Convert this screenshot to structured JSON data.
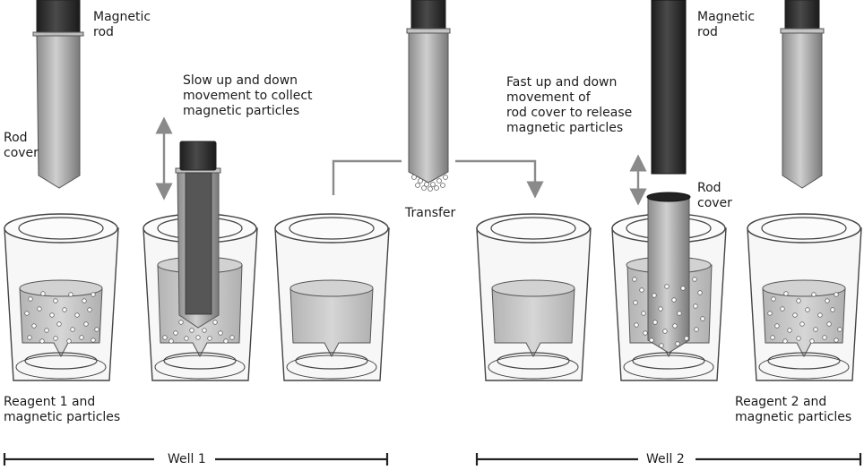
{
  "labels": {
    "magnetic_rod_1": "Magnetic\nrod",
    "rod_cover_1": "Rod\ncover",
    "slow_movement": "Slow up and down\nmovement to collect\nmagnetic particles",
    "transfer": "Transfer",
    "fast_movement": "Fast up and down\nmovement of\nrod cover to release\nmagnetic particles",
    "magnetic_rod_2": "Magnetic\nrod",
    "rod_cover_2": "Rod\ncover",
    "reagent_1": "Reagent 1 and\nmagnetic particles",
    "reagent_2": "Reagent 2 and\nmagnetic particles",
    "well_1": "Well 1",
    "well_2": "Well 2"
  },
  "colors": {
    "rod_dark": "#2a2a2a",
    "rod_cover": "#a8a8a8",
    "liquid": "#c6c6c6",
    "outline": "#444444",
    "arrow": "#8a8a8a"
  }
}
